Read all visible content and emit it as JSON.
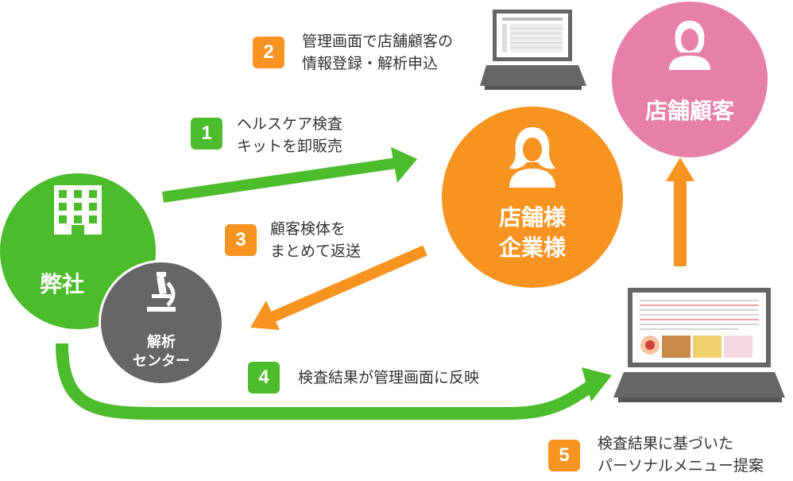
{
  "nodes": {
    "company": {
      "label": "弊社",
      "color": "#4cbb2c"
    },
    "lab": {
      "label_1": "解析",
      "label_2": "センター",
      "color": "#666666"
    },
    "store": {
      "label_1": "店舗様",
      "label_2": "企業様",
      "color": "#f79421"
    },
    "customer": {
      "label": "店舗顧客",
      "color": "#e680a8"
    }
  },
  "steps": [
    {
      "num": "1",
      "line_1": "ヘルスケア検査",
      "line_2": "キットを卸販売",
      "color": "#4cbb2c"
    },
    {
      "num": "2",
      "line_1": "管理画面で店舗顧客の",
      "line_2": "情報登録・解析申込",
      "color": "#f79421"
    },
    {
      "num": "3",
      "line_1": "顧客検体を",
      "line_2": "まとめて返送",
      "color": "#f79421"
    },
    {
      "num": "4",
      "line_1": "検査結果が管理画面に反映",
      "color": "#4cbb2c"
    },
    {
      "num": "5",
      "line_1": "検査結果に基づいた",
      "line_2": "パーソナルメニュー提案",
      "color": "#f79421"
    }
  ],
  "icons": {
    "company": "building-icon",
    "lab": "microscope-icon",
    "store": "woman-icon",
    "customer": "person-icon",
    "laptop_top": "laptop-icon",
    "laptop_bottom": "laptop-icon"
  }
}
